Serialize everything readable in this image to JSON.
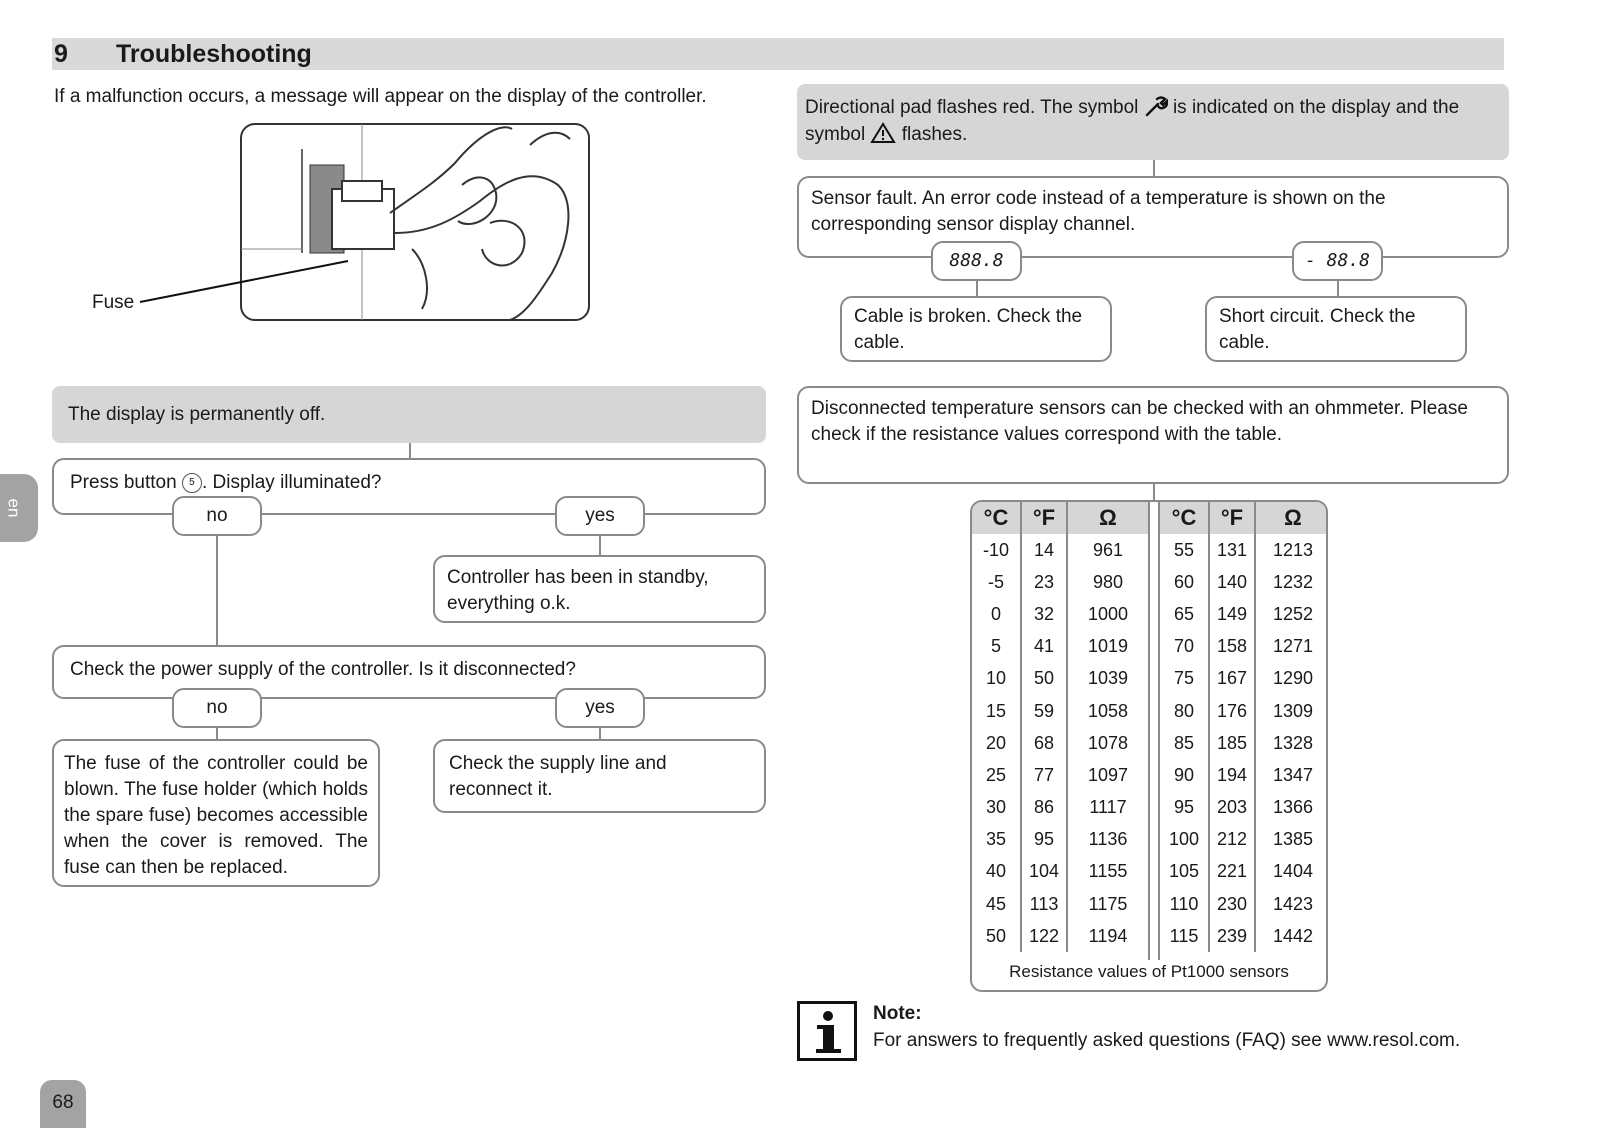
{
  "header": {
    "number": "9",
    "title": "Troubleshooting"
  },
  "intro": "If a malfunction occurs, a message will appear on the display of the controller.",
  "figure": {
    "fuse_label": "Fuse"
  },
  "left_flow": {
    "display_off": "The display is permanently off.",
    "press_button_before": "Press button ",
    "press_button_num": "5",
    "press_button_after": ". Display illuminated?",
    "no1": "no",
    "yes1": "yes",
    "standby": "Controller has been in standby, everything o.k.",
    "check_power": "Check the power supply of the controller. Is it disconnected?",
    "no2": "no",
    "yes2": "yes",
    "fuse_text": "The fuse of the controller could be blown. The fuse holder (which holds the spare fuse) becomes accessible when the cover is removed. The fuse can then be replaced.",
    "check_supply": "Check the supply line and reconnect it."
  },
  "right_flow": {
    "pad_line1": "Directional pad flashes red. The symbol",
    "pad_line1b": "is indicated on the display and the",
    "pad_line2a": "symbol",
    "pad_line2b": "flashes.",
    "sensor_fault": "Sensor fault. An error code instead of a temperature is shown on the corresponding sensor display channel.",
    "code1": "888.8",
    "code2": "- 88.8",
    "broken": "Cable is broken. Check the cable.",
    "short": "Short circuit. Check the cable.",
    "disconnected": "Disconnected temperature sensors can be checked with an ohmmeter. Please check if the resistance values correspond with the table."
  },
  "table": {
    "headers": [
      "°C",
      "°F",
      "Ω",
      "°C",
      "°F",
      "Ω"
    ],
    "rows": [
      [
        "-10",
        "14",
        "961",
        "55",
        "131",
        "1213"
      ],
      [
        "-5",
        "23",
        "980",
        "60",
        "140",
        "1232"
      ],
      [
        "0",
        "32",
        "1000",
        "65",
        "149",
        "1252"
      ],
      [
        "5",
        "41",
        "1019",
        "70",
        "158",
        "1271"
      ],
      [
        "10",
        "50",
        "1039",
        "75",
        "167",
        "1290"
      ],
      [
        "15",
        "59",
        "1058",
        "80",
        "176",
        "1309"
      ],
      [
        "20",
        "68",
        "1078",
        "85",
        "185",
        "1328"
      ],
      [
        "25",
        "77",
        "1097",
        "90",
        "194",
        "1347"
      ],
      [
        "30",
        "86",
        "1117",
        "95",
        "203",
        "1366"
      ],
      [
        "35",
        "95",
        "1136",
        "100",
        "212",
        "1385"
      ],
      [
        "40",
        "104",
        "1155",
        "105",
        "221",
        "1404"
      ],
      [
        "45",
        "113",
        "1175",
        "110",
        "230",
        "1423"
      ],
      [
        "50",
        "122",
        "1194",
        "115",
        "239",
        "1442"
      ]
    ],
    "caption": "Resistance values of Pt1000 sensors"
  },
  "note": {
    "title": "Note:",
    "text": "For answers to frequently asked questions (FAQ) see www.resol.com."
  },
  "side_tab": "en",
  "page_number": "68"
}
